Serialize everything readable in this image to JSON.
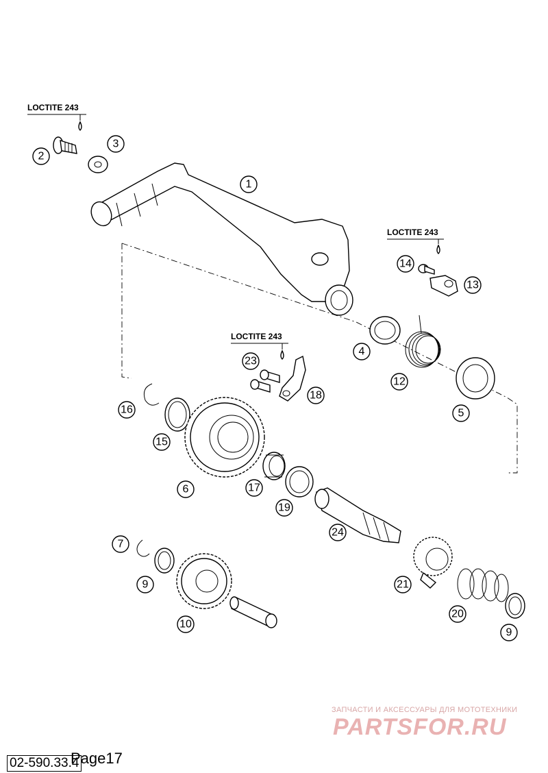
{
  "loctite_labels": [
    "LOCTITE 243",
    "LOCTITE 243",
    "LOCTITE 243"
  ],
  "callouts": [
    "1",
    "2",
    "3",
    "4",
    "5",
    "5",
    "6",
    "7",
    "9",
    "9",
    "10",
    "12",
    "13",
    "14",
    "15",
    "16",
    "17",
    "18",
    "19",
    "20",
    "21",
    "23",
    "24"
  ],
  "watermark": {
    "tagline": "ЗАПЧАСТИ И АКСЕССУАРЫ ДЛЯ МОТОТЕХНИКИ",
    "logo": "PARTSFOR.RU"
  },
  "footer": {
    "page": "Page17",
    "code": "02-590.33.4"
  }
}
